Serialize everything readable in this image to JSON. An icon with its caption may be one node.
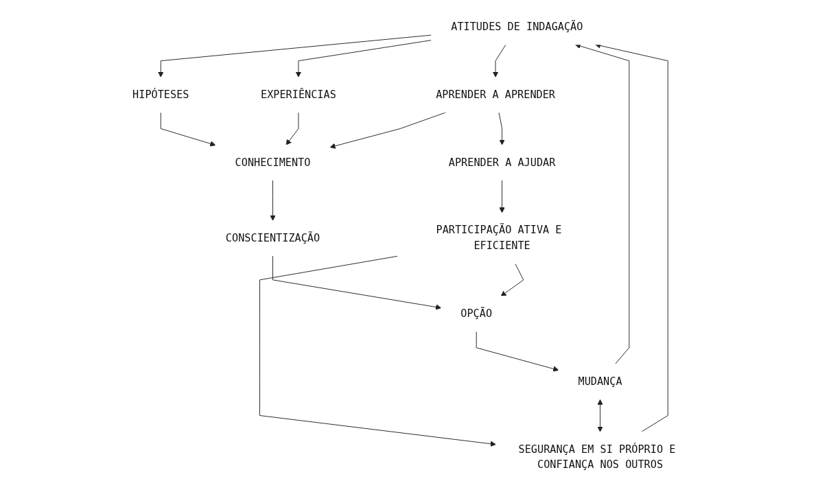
{
  "diagram": {
    "nodes": [
      {
        "text": [
          "ATITUDES DE INDAGAÇÃO"
        ]
      },
      {
        "text": [
          "APRENDER A APRENDER"
        ]
      },
      {
        "text": [
          "HIPÓTESES"
        ]
      },
      {
        "text": [
          "EXPERIÊNCIAS"
        ]
      },
      {
        "text": [
          "APRENDER A AJUDAR"
        ]
      },
      {
        "text": [
          "CONHECIMENTO"
        ]
      },
      {
        "text": [
          "CONSCIENTIZAÇÃO"
        ]
      },
      {
        "text": [
          "PARTICIPAÇÃO ATIVA E EFICIENTE"
        ]
      },
      {
        "text": [
          "OPÇÃO"
        ]
      },
      {
        "text": [
          "MUDANÇA"
        ]
      },
      {
        "text": [
          "SEGURANÇA EM SI PRÓPRIO E CONFIANÇA NOS OUTROS"
        ]
      }
    ],
    "edges": [
      {
        "from": 0,
        "to": 1,
        "arrow": "to"
      },
      {
        "from": 0,
        "to": 2,
        "arrow": "to"
      },
      {
        "from": 0,
        "to": 3,
        "arrow": "to"
      },
      {
        "from": 2,
        "to": 5,
        "arrow": "to"
      },
      {
        "from": 3,
        "to": 5,
        "arrow": "to"
      },
      {
        "from": 1,
        "to": 4,
        "arrow": "to"
      },
      {
        "from": 1,
        "to": 5,
        "arrow": "to"
      },
      {
        "from": 4,
        "to": 7,
        "arrow": "to"
      },
      {
        "from": 5,
        "to": 6,
        "arrow": "to"
      },
      {
        "from": 6,
        "to": 8,
        "arrow": "to"
      },
      {
        "from": 7,
        "to": 8,
        "arrow": "to"
      },
      {
        "from": 7,
        "to": 10,
        "arrow": "to"
      },
      {
        "from": 8,
        "to": 9,
        "arrow": "to"
      },
      {
        "from": 9,
        "to": 10,
        "arrow": "both"
      },
      {
        "from": 9,
        "to": 0,
        "arrow": "to"
      },
      {
        "from": 10,
        "to": 0,
        "arrow": "to"
      }
    ]
  }
}
